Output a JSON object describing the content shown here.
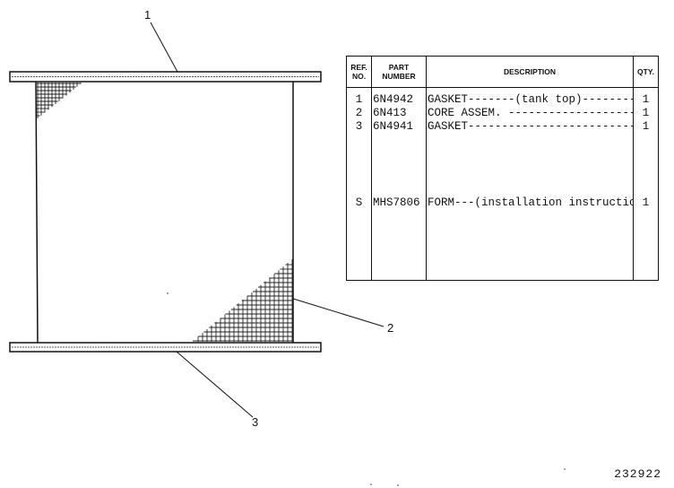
{
  "callouts": [
    "1",
    "2",
    "3"
  ],
  "table": {
    "headers": {
      "ref": [
        "REF.",
        "NO."
      ],
      "part": [
        "PART",
        "NUMBER"
      ],
      "desc": "DESCRIPTION",
      "qty": "QTY."
    },
    "rows": [
      {
        "ref": "1",
        "part": "6N4942",
        "desc": "GASKET-------(tank top)----------",
        "qty": "1"
      },
      {
        "ref": "2",
        "part": "6N413",
        "desc": "CORE ASSEM. -------------------------",
        "qty": "1"
      },
      {
        "ref": "3",
        "part": "6N4941",
        "desc": "GASKET-----------------------------",
        "qty": "1"
      }
    ],
    "extra_row": {
      "ref": "S",
      "part": "MHS7806",
      "desc": "FORM---(installation instructions)-",
      "qty": "1"
    }
  },
  "drawing_number": "232922"
}
